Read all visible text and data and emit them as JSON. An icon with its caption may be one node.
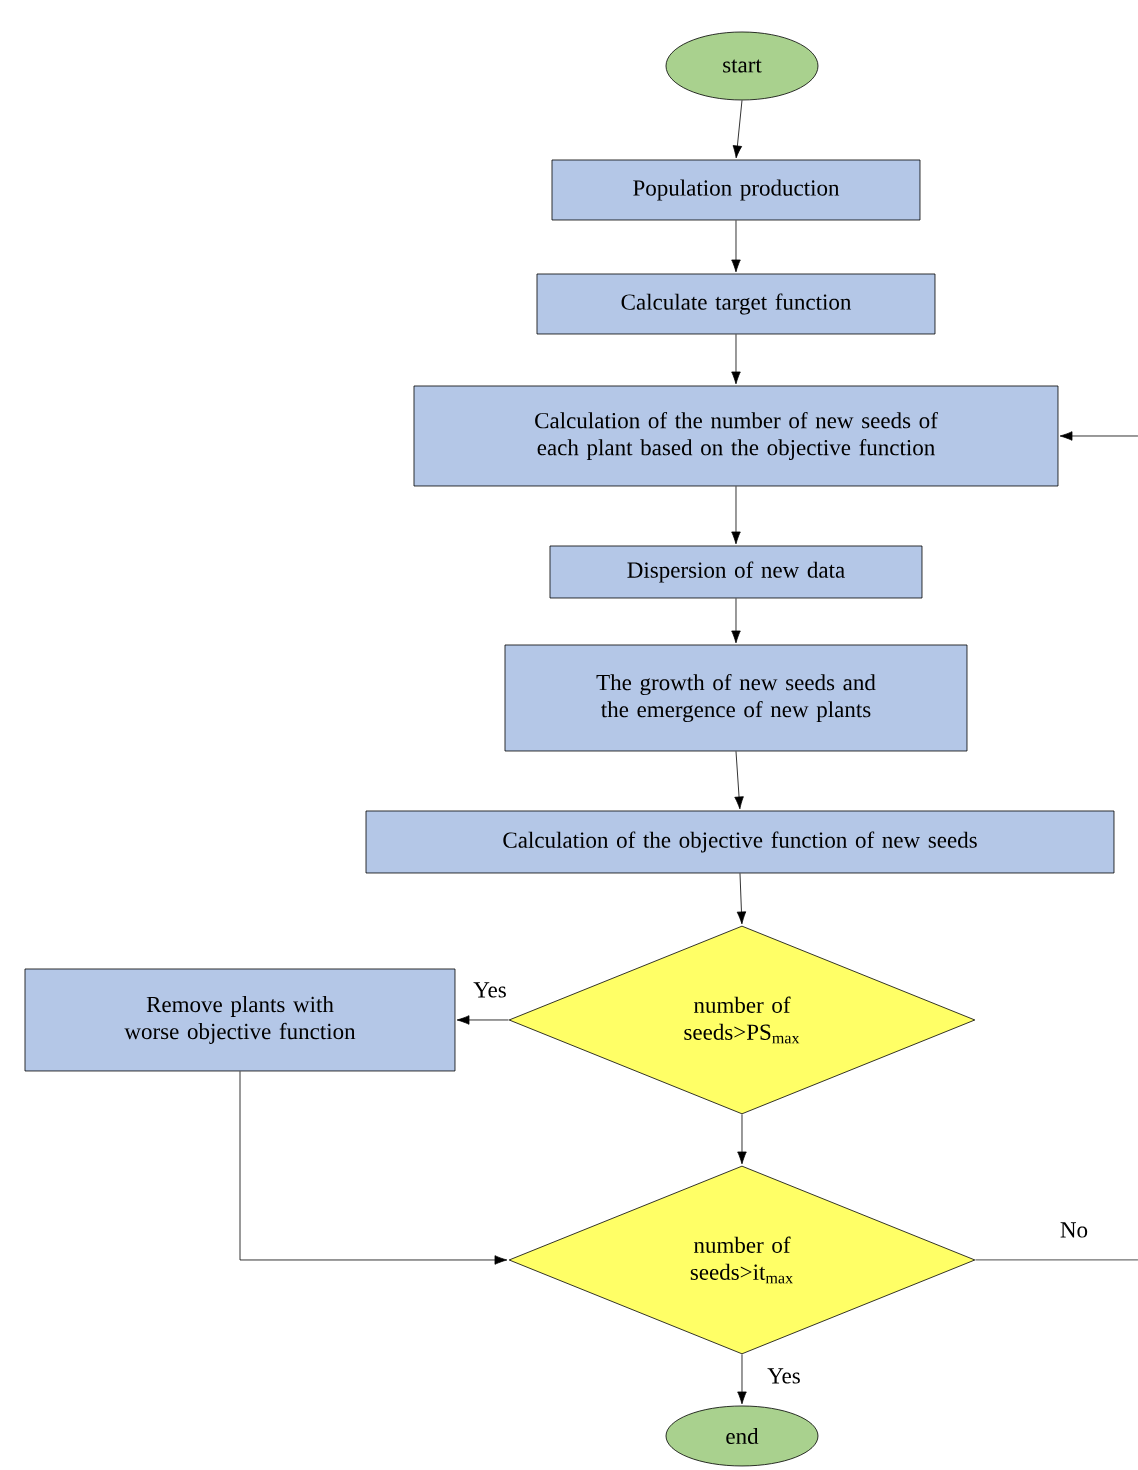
{
  "diagram": {
    "nodes": [
      {
        "text": [
          "start"
        ]
      },
      {
        "text": [
          "Population production"
        ]
      },
      {
        "text": [
          "Calculate target function"
        ]
      },
      {
        "text": [
          "Calculation of the number of new seeds of each plant based on the objective function"
        ]
      },
      {
        "text": [
          "Dispersion of new data"
        ]
      },
      {
        "text": [
          "The growth of new seeds and the emergence of new plants"
        ]
      },
      {
        "text": [
          "Calculation of the objective function of new seeds"
        ]
      },
      {
        "text": [
          "number of seeds>PS$_{max}$"
        ]
      },
      {
        "text": [
          "Remove plants with worse objective function"
        ]
      },
      {
        "text": [
          "number of seeds>it$_{max}$"
        ]
      },
      {
        "text": [
          "end"
        ]
      }
    ],
    "edges": [
      {
        "from": 0,
        "to": 1,
        "arrow": "to"
      },
      {
        "from": 1,
        "to": 2,
        "arrow": "to"
      },
      {
        "from": 2,
        "to": 3,
        "arrow": "to"
      },
      {
        "from": 3,
        "to": 4,
        "arrow": "to"
      },
      {
        "from": 4,
        "to": 5,
        "arrow": "to"
      },
      {
        "from": 5,
        "to": 6,
        "arrow": "to"
      },
      {
        "from": 6,
        "to": 7,
        "arrow": "to"
      },
      {
        "from": 7,
        "to": 8,
        "arrow": "to",
        "label": "Yes"
      },
      {
        "from": 7,
        "to": 9,
        "arrow": "to"
      },
      {
        "from": 8,
        "to": 9,
        "arrow": "to"
      },
      {
        "from": 9,
        "to": 10,
        "arrow": "to",
        "label": "Yes"
      },
      {
        "from": 9,
        "to": null,
        "arrow": "none",
        "label": "No"
      },
      {
        "from": null,
        "to": 3,
        "arrow": "to"
      }
    ]
  }
}
